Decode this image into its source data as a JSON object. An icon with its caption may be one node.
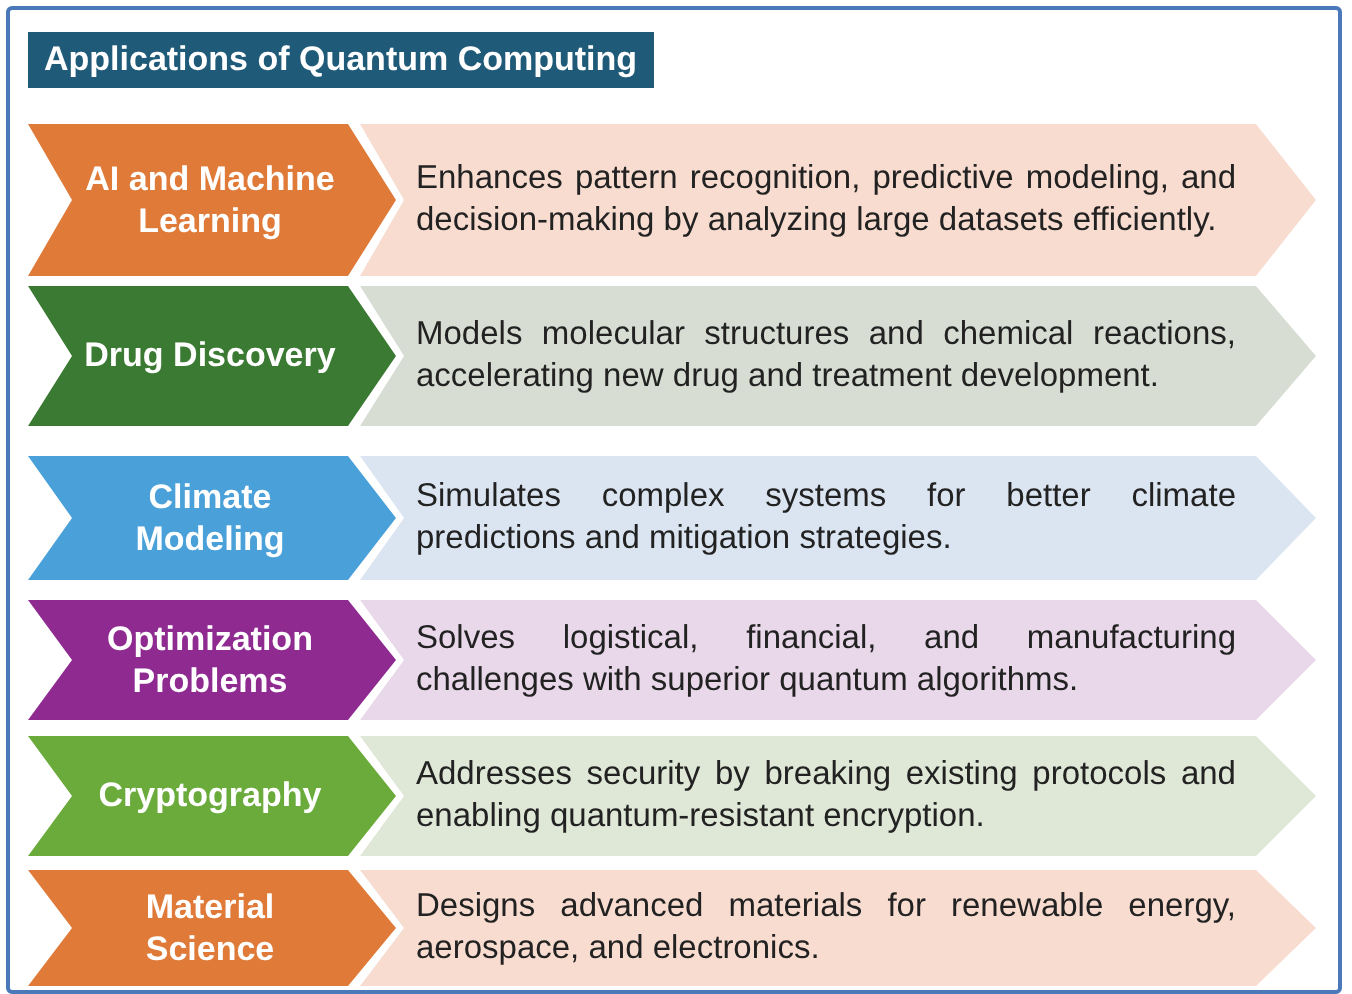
{
  "diagram": {
    "title": "Applications of Quantum Computing",
    "nodes": [
      {
        "text": [
          "AI and Machine Learning"
        ]
      },
      {
        "text": [
          "Enhances pattern recognition, predictive modeling, and decision-making by analyzing large datasets efficiently."
        ]
      },
      {
        "text": [
          "Drug Discovery"
        ]
      },
      {
        "text": [
          "Models molecular structures and chemical reactions, accelerating new drug and treatment development."
        ]
      },
      {
        "text": [
          "Climate Modeling"
        ]
      },
      {
        "text": [
          "Simulates complex systems for better climate predictions and mitigation strategies."
        ]
      },
      {
        "text": [
          "Optimization Problems"
        ]
      },
      {
        "text": [
          "Solves logistical, financial, and manufacturing challenges with superior quantum algorithms."
        ]
      },
      {
        "text": [
          "Cryptography"
        ]
      },
      {
        "text": [
          "Addresses security by breaking existing protocols and enabling quantum-resistant encryption."
        ]
      },
      {
        "text": [
          "Material Science"
        ]
      },
      {
        "text": [
          "Designs advanced materials for renewable energy, aerospace, and electronics."
        ]
      }
    ]
  }
}
